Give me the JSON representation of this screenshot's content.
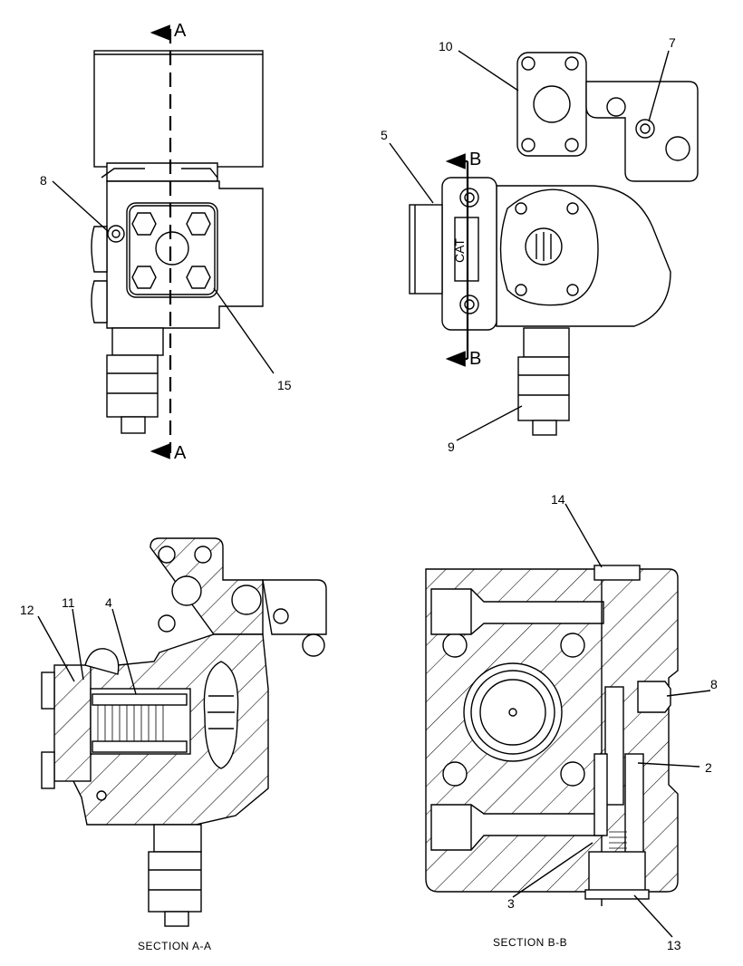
{
  "callouts": {
    "c2": "2",
    "c3": "3",
    "c4": "4",
    "c5": "5",
    "c7": "7",
    "c8_top": "8",
    "c8_bb": "8",
    "c9": "9",
    "c10": "10",
    "c11": "11",
    "c12": "12",
    "c13": "13",
    "c14": "14",
    "c15": "15"
  },
  "section_marks": {
    "a_top": "A",
    "a_bottom": "A",
    "b_top": "B",
    "b_bottom": "B"
  },
  "captions": {
    "section_aa": "SECTION  A-A",
    "section_bb": "SECTION  B-B"
  },
  "nameplate": {
    "line1": "CAT"
  }
}
